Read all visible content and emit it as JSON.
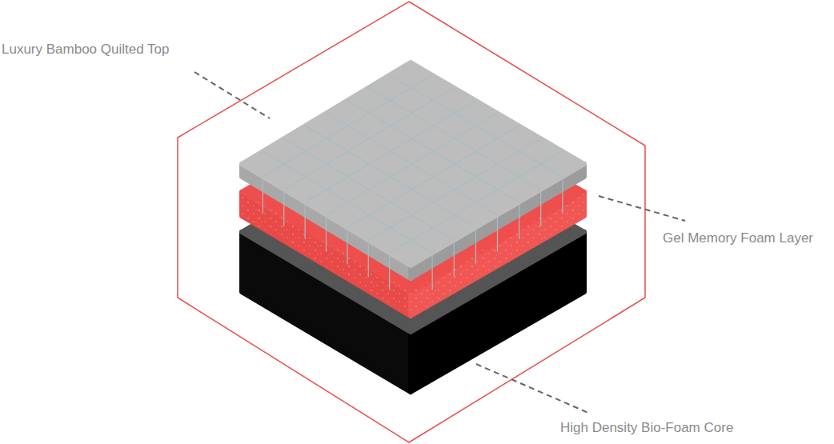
{
  "diagram": {
    "labels": [
      "Luxury Bamboo Quilted Top",
      "Gel Memory Foam Layer",
      "High Density Bio-Foam Core"
    ]
  }
}
